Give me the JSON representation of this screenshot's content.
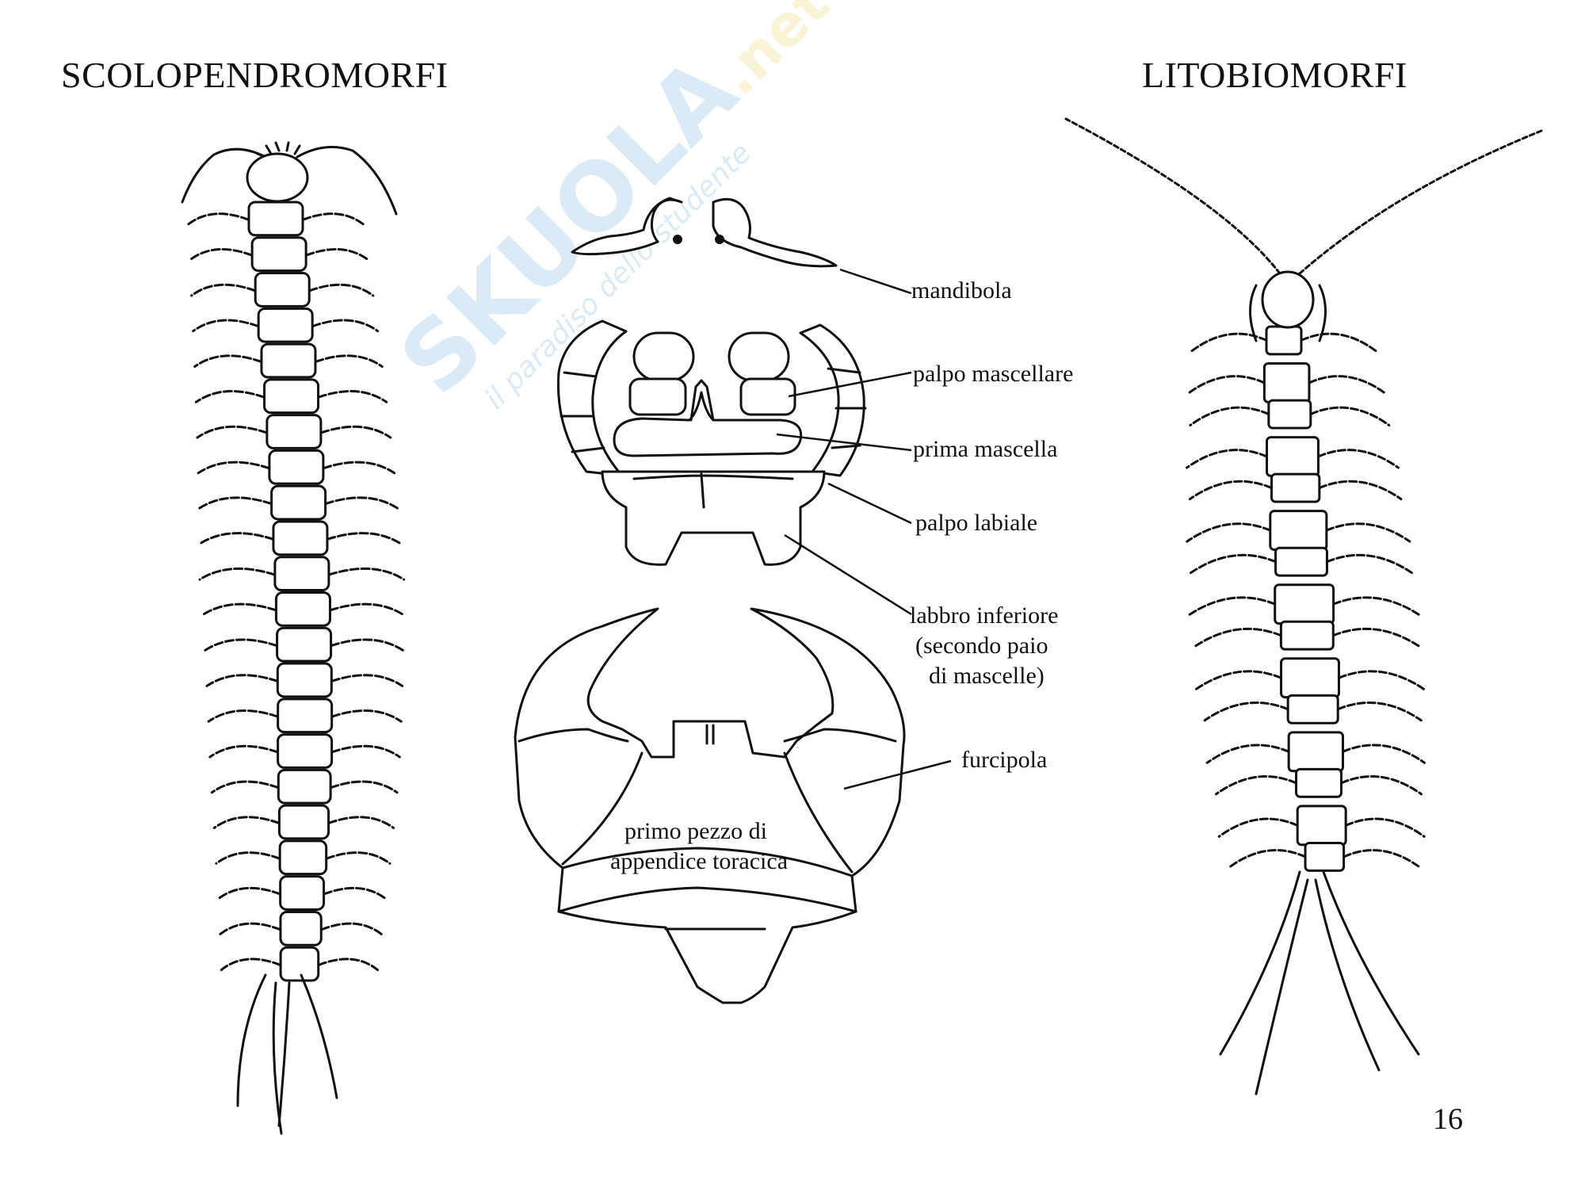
{
  "titles": {
    "left": "SCOLOPENDROMORFI",
    "right": "LITOBIOMORFI"
  },
  "watermark": {
    "main": "SKUOLA",
    "tld": ".net",
    "tagline": "il paradiso dello studente"
  },
  "labels": {
    "mandibola": "mandibola",
    "palpo_mascellare": "palpo mascellare",
    "prima_mascella": "prima mascella",
    "palpo_labiale": "palpo labiale",
    "labbro_line1": "labbro inferiore",
    "labbro_line2": "(secondo paio",
    "labbro_line3": "di mascelle)",
    "furcipola": "furcipola",
    "primo_line1": "primo pezzo di",
    "primo_line2": "appendice toracica"
  },
  "page_number": "16"
}
